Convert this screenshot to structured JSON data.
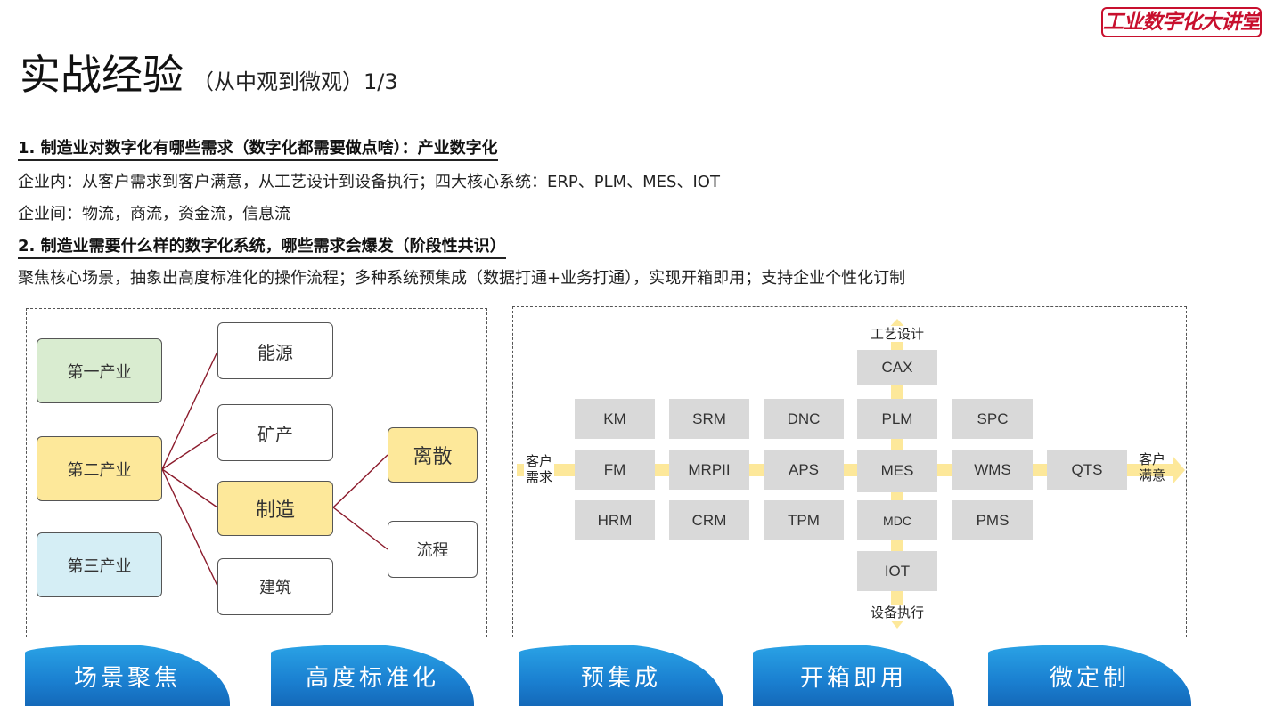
{
  "logo": "工业数字化大讲堂",
  "title": {
    "main": "实战经验",
    "sub": "（从中观到微观）1/3"
  },
  "lines": {
    "h1": "1. 制造业对数字化有哪些需求（数字化都需要做点啥）：产业数字化",
    "l1": "企业内：从客户需求到客户满意，从工艺设计到设备执行；四大核心系统：ERP、PLM、MES、IOT",
    "l2": "企业间：物流，商流，资金流，信息流",
    "h2": "2. 制造业需要什么样的数字化系统，哪些需求会爆发（阶段性共识）",
    "l3": "聚焦核心场景，抽象出高度标准化的操作流程；多种系统预集成（数据打通+业务打通），实现开箱即用；支持企业个性化订制"
  },
  "left_diagram": {
    "industries": [
      "第一产业",
      "第二产业",
      "第三产业"
    ],
    "sectors": [
      "能源",
      "矿产",
      "制造",
      "建筑"
    ],
    "manufacturing": [
      "离散",
      "流程"
    ],
    "colors": {
      "green": "#d9ecd0",
      "yellow": "#fde89a",
      "blue": "#d5eef5",
      "link": "#8b1a2b"
    }
  },
  "right_diagram": {
    "top_label": "工艺设计",
    "bottom_label": "设备执行",
    "left_label": "客户需求",
    "right_label": "客户满意",
    "col1": [
      "KM",
      "FM",
      "HRM"
    ],
    "col2": [
      "SRM",
      "MRPII",
      "CRM"
    ],
    "col3": [
      "DNC",
      "APS",
      "TPM"
    ],
    "col4": [
      "CAX",
      "PLM",
      "MES",
      "MDC",
      "IOT"
    ],
    "col5": [
      "SPC",
      "WMS",
      "PMS"
    ],
    "col6": [
      "QTS"
    ],
    "arrow_color": "#fde89a"
  },
  "banners": [
    "场景聚焦",
    "高度标准化",
    "预集成",
    "开箱即用",
    "微定制"
  ]
}
